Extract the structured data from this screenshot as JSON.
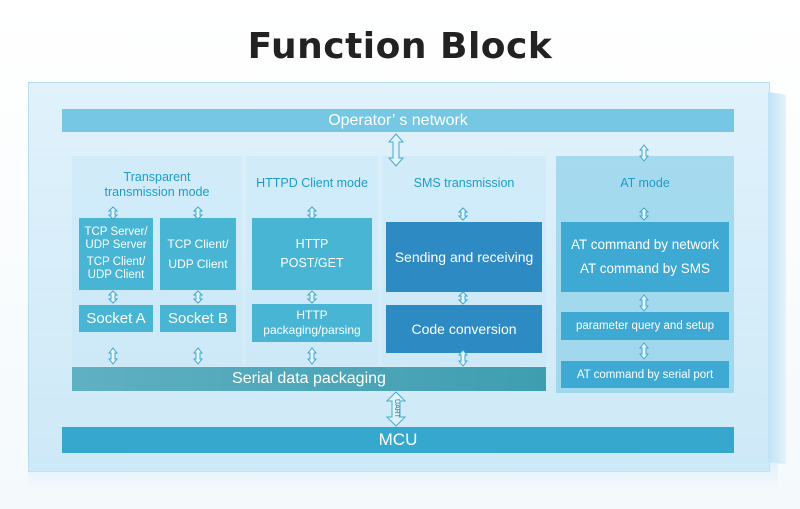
{
  "title": "Function Block",
  "bars": {
    "operator": "Operator’ s network",
    "serial": "Serial data packaging",
    "mcu": "MCU",
    "uart": "UART"
  },
  "panels": {
    "transparent": {
      "title_line1": "Transparent",
      "title_line2": "transmission mode",
      "box_a_line1": "TCP Server/",
      "box_a_line2": "UDP Server",
      "box_a_line3": "TCP Client/",
      "box_a_line4": "UDP Client",
      "box_b_line1": "TCP Client/",
      "box_b_line2": "UDP Client",
      "socket_a": "Socket A",
      "socket_b": "Socket B"
    },
    "httpd": {
      "title": "HTTPD Client mode",
      "box1_line1": "HTTP",
      "box1_line2": "POST/GET",
      "box2_line1": "HTTP",
      "box2_line2": "packaging/parsing"
    },
    "sms": {
      "title": "SMS transmission",
      "box1": "Sending and receiving",
      "box2": "Code conversion"
    },
    "at": {
      "title": "AT mode",
      "box1_line1": "AT command by network",
      "box1_line2": "AT command by SMS",
      "box2": "parameter query and setup",
      "box3": "AT command by serial port"
    }
  }
}
